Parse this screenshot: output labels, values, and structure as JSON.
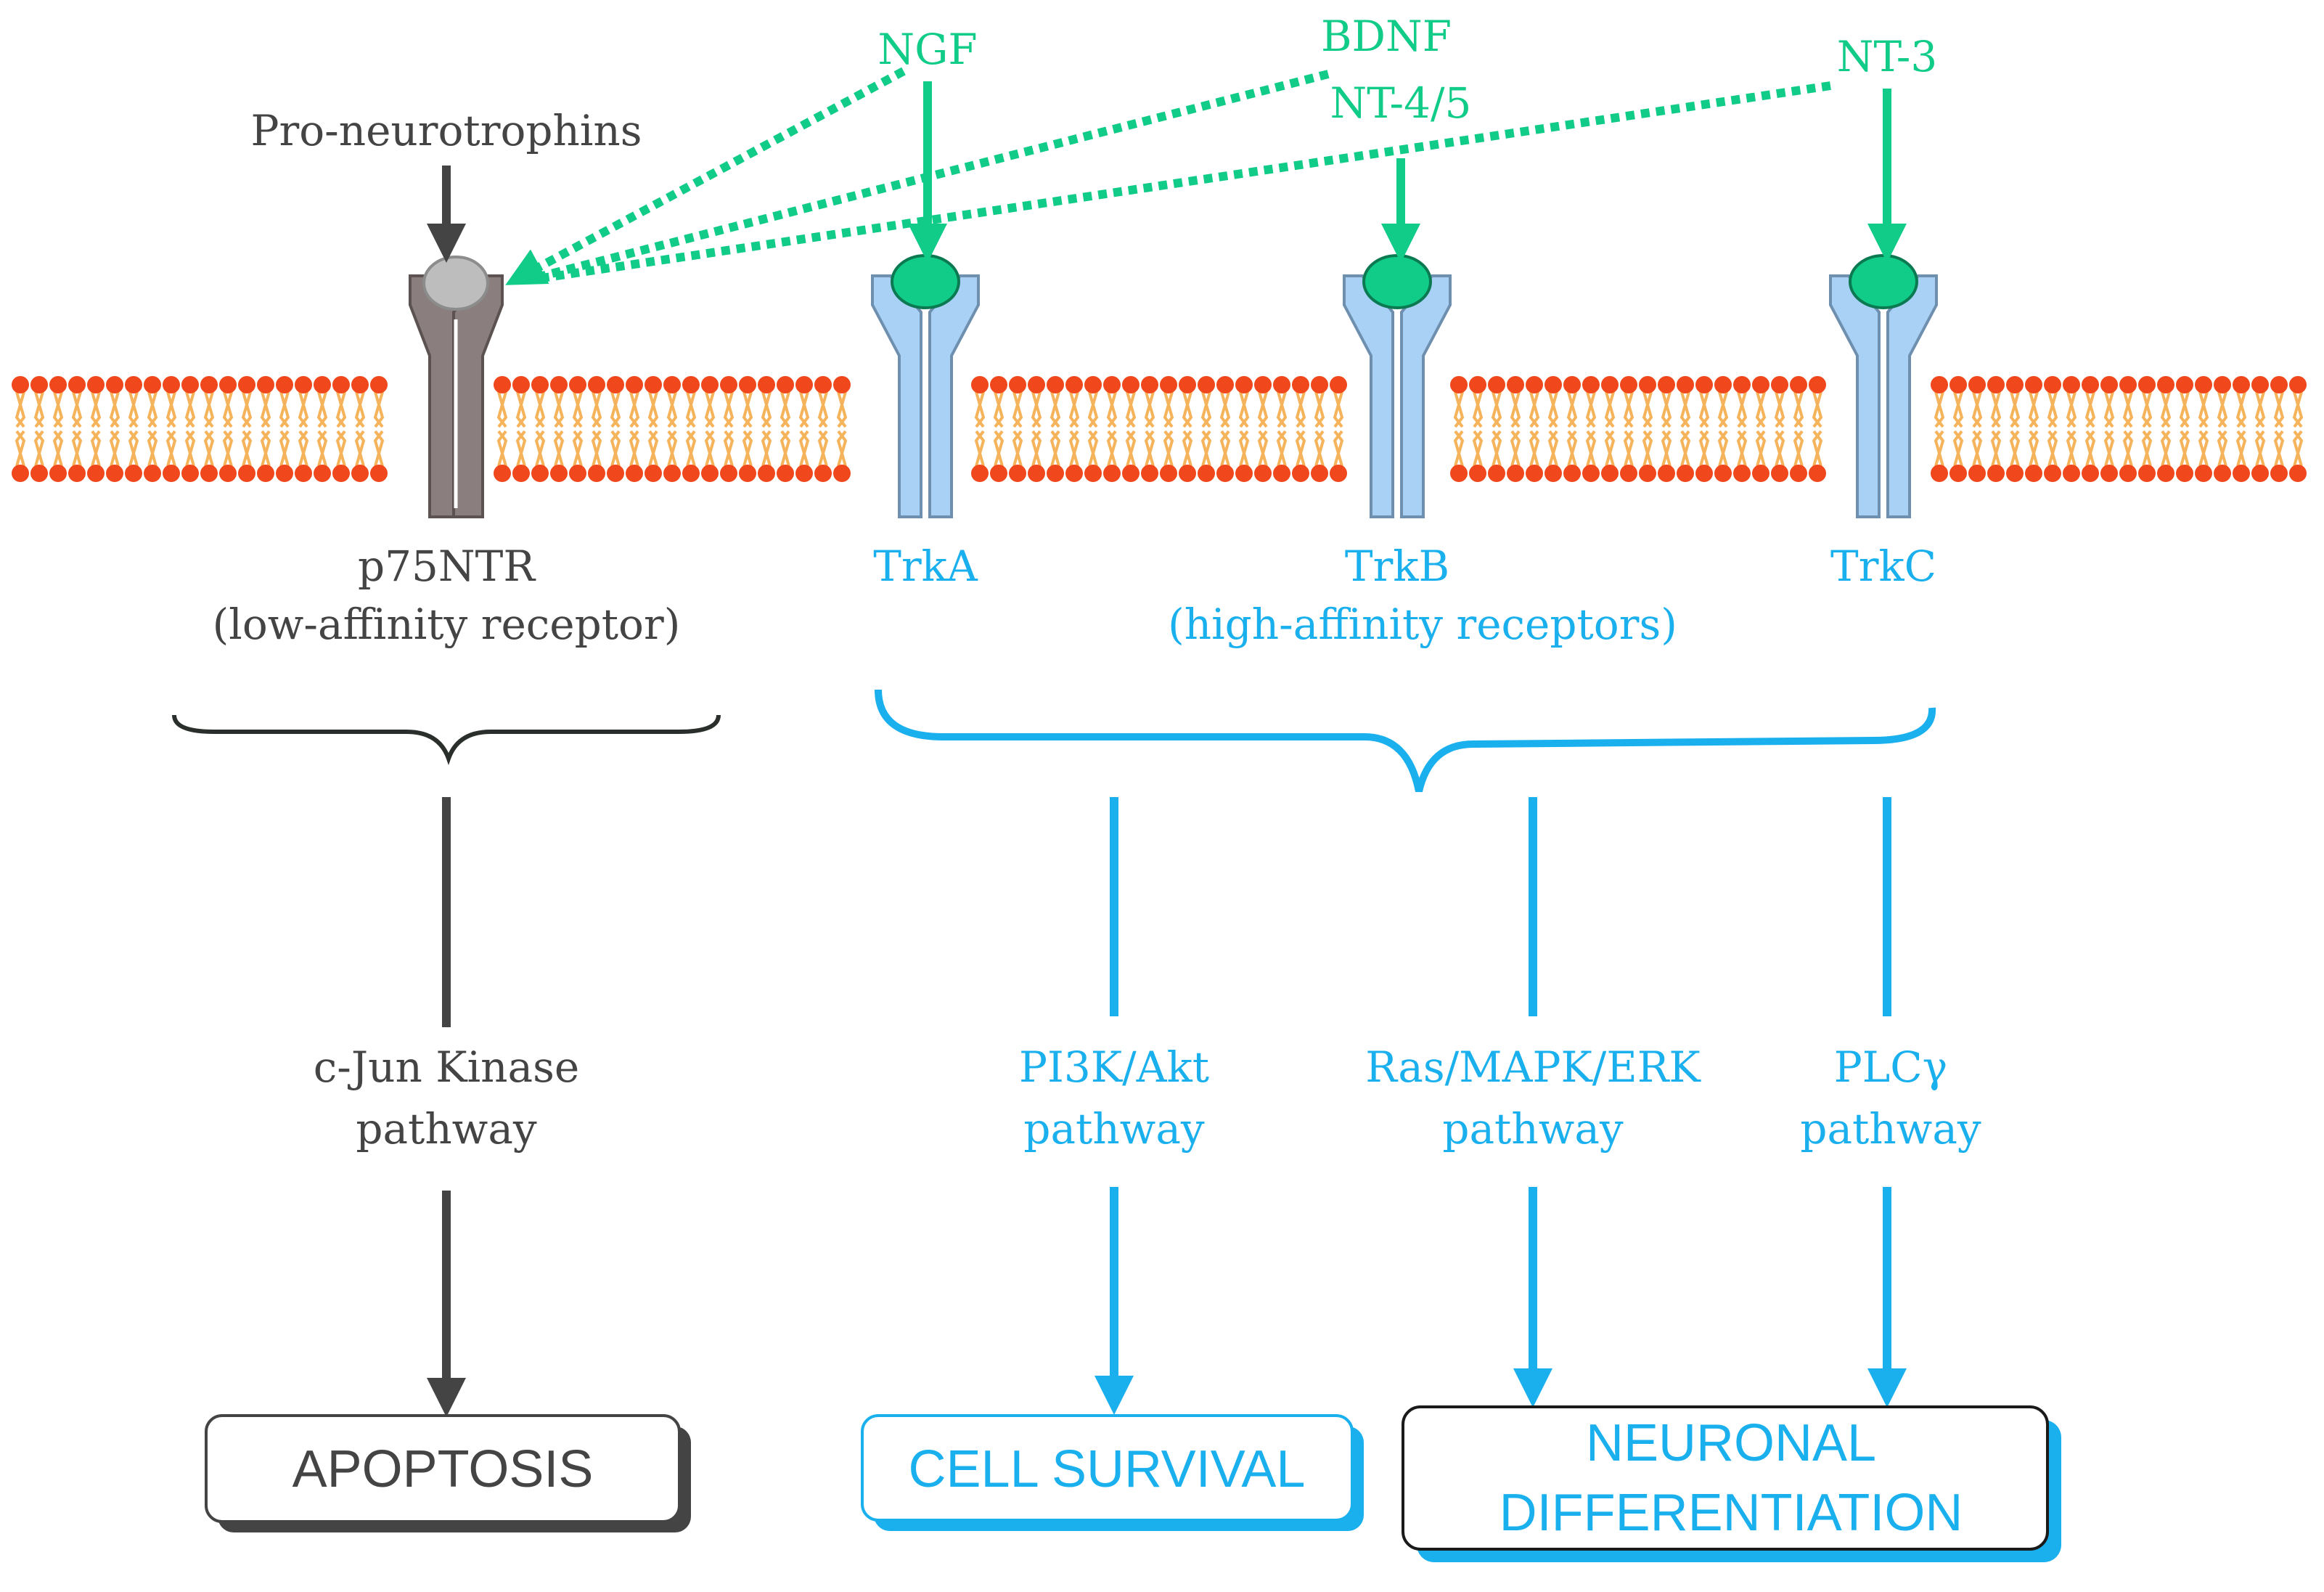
{
  "colors": {
    "ligand_green": "#11cc88",
    "trk_blue": "#1ab0ee",
    "trk_receptor_fill": "#a9d0f5",
    "p75_fill": "#8a7e7e",
    "dark_gray": "#444444",
    "lipid_head": "#f0471c",
    "lipid_tail": "#f5b45b",
    "pro_ligand_gray": "#bdbdbd"
  },
  "ligands": {
    "pro": "Pro-neurotrophins",
    "ngf": "NGF",
    "bdnf": "BDNF",
    "nt45": "NT-4/5",
    "nt3": "NT-3"
  },
  "receptors": {
    "p75_name": "p75NTR",
    "p75_desc": "(low-affinity receptor)",
    "trka": "TrkA",
    "trkb": "TrkB",
    "trkc": "TrkC",
    "trk_desc": "(high-affinity receptors)"
  },
  "pathways": {
    "jnk_line1": "c-Jun Kinase",
    "jnk_line2": "pathway",
    "pi3k_line1": "PI3K/Akt",
    "pi3k_line2": "pathway",
    "ras_line1": "Ras/MAPK/ERK",
    "ras_line2": "pathway",
    "plc_line1": "PLCγ",
    "plc_line2": "pathway"
  },
  "outcomes": {
    "apoptosis": "APOPTOSIS",
    "survival": "CELL SURVIVAL",
    "diff_line1": "NEURONAL",
    "diff_line2": "DIFFERENTIATION"
  }
}
